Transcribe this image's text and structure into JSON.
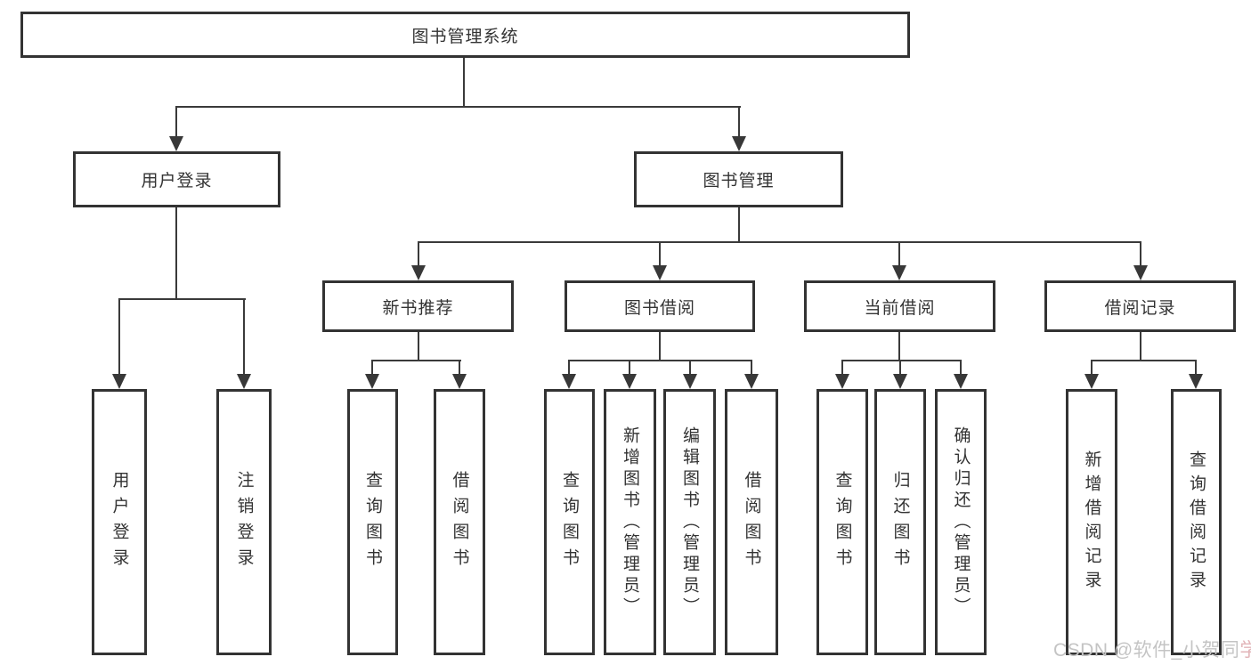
{
  "tree": {
    "label": "图书管理系统",
    "children": [
      {
        "label": "用户登录",
        "children": [
          {
            "label": "用户登录"
          },
          {
            "label": "注销登录"
          }
        ]
      },
      {
        "label": "图书管理",
        "children": [
          {
            "label": "新书推荐",
            "children": [
              {
                "label": "查询图书"
              },
              {
                "label": "借阅图书"
              }
            ]
          },
          {
            "label": "图书借阅",
            "children": [
              {
                "label": "查询图书"
              },
              {
                "label": "新增图书（管理员）"
              },
              {
                "label": "编辑图书（管理员）"
              },
              {
                "label": "借阅图书"
              }
            ]
          },
          {
            "label": "当前借阅",
            "children": [
              {
                "label": "查询图书"
              },
              {
                "label": "归还图书"
              },
              {
                "label": "确认归还（管理员）"
              }
            ]
          },
          {
            "label": "借阅记录",
            "children": [
              {
                "label": "新增借阅记录"
              },
              {
                "label": "查询借阅记录"
              }
            ]
          }
        ]
      }
    ]
  },
  "watermark": {
    "text_main": "CSDN @软件_小贺同",
    "text_accent": "学"
  },
  "colors": {
    "line": "#3a3a3a",
    "border": "#333333",
    "text": "#333333",
    "background": "#ffffff",
    "watermark": "#c4c4c4",
    "watermark_accent": "#e2b4b8"
  }
}
